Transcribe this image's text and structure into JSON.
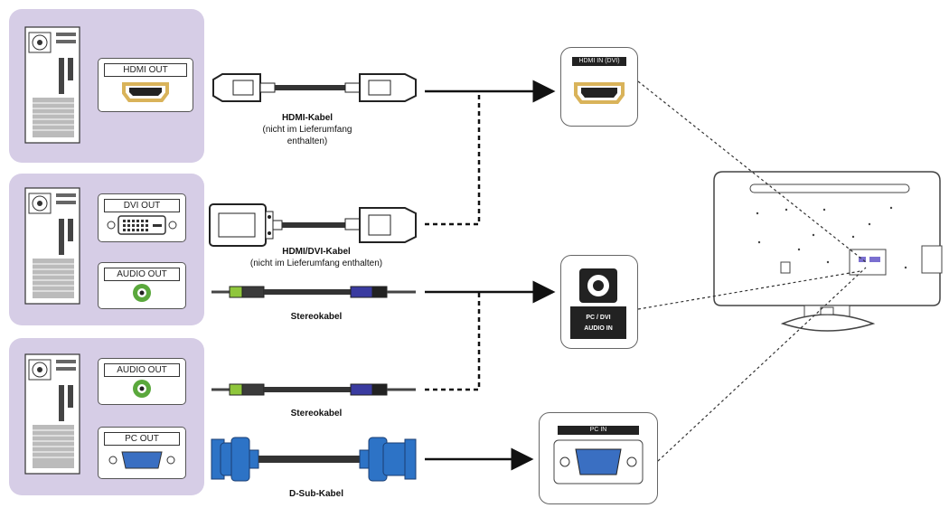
{
  "sources": [
    {
      "ports": [
        {
          "label": "HDMI OUT",
          "type": "hdmi"
        }
      ]
    },
    {
      "ports": [
        {
          "label": "DVI OUT",
          "type": "dvi"
        },
        {
          "label": "AUDIO OUT",
          "type": "audio"
        }
      ]
    },
    {
      "ports": [
        {
          "label": "AUDIO OUT",
          "type": "audio"
        },
        {
          "label": "PC OUT",
          "type": "vga"
        }
      ]
    }
  ],
  "cables": {
    "hdmi": [
      "HDMI-Kabel",
      "(nicht im Lieferumfang",
      "enthalten)"
    ],
    "hdmi_dvi": [
      "HDMI/DVI-Kabel",
      "(nicht im Lieferumfang enthalten)"
    ],
    "stereo_1": "Stereokabel",
    "stereo_2": "Stereokabel",
    "dsub": "D-Sub-Kabel"
  },
  "monitor_ports": {
    "hdmi_in": "HDMI IN (DVI)",
    "audio_in": [
      "PC / DVI",
      "AUDIO IN"
    ],
    "pc_in": "PC IN"
  },
  "colors": {
    "panel": "#d6cde6",
    "hdmi_port": "#d9b35a",
    "audio_port": "#5aa83c",
    "vga_port": "#3a6fc2",
    "dsub_connector": "#2d73c6",
    "stereo_green": "#8fc63c",
    "stereo_blue": "#3a3ba0"
  }
}
